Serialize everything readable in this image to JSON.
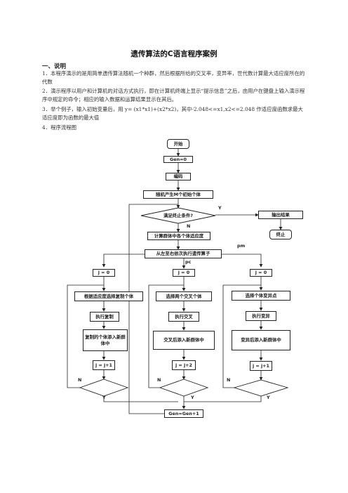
{
  "doc": {
    "title": "遗传算法的C语言程序案例",
    "section_heading": "一、说明",
    "paragraphs": [
      "1．本程序演示的是用简单遗传算法随机一个种群，然后根据所给的交叉率，变异率，世代数计算最大适应度所在的代数",
      "2．演示程序以用户和计算机的对话方式执行，即在计算机终端上显示“提示信息”之后，由用户在键盘上输入演示程序中规定的命令；相应的输入数据和运算结果显示在其后。",
      "3．举个例子，输入初始变量后，用 y= (x1*x1)+(x2*x2)，其中-2.048<=x1,x2<=2.048 作适应度函数求最大适应度即为函数的最大值",
      "4．程序流程图"
    ]
  },
  "flowchart": {
    "start": "开始",
    "gen0": "Gen=0",
    "encode": "编码",
    "init_pop": "随机产生M个初始个体",
    "cond": "满足终止条件?",
    "output": "输出结果",
    "end": "终止",
    "fitness": "计算群体中各个体适应度",
    "operators": "从左至右依次执行遗传算子",
    "pm": "pm",
    "pc": "pc",
    "yes": "Y",
    "no": "N",
    "col_left": {
      "init": "j = 0",
      "step1": "根据适应度选择复制个体",
      "step2": "执行复制",
      "step3": "复制的个体添入新群体中",
      "inc": "j = j+1"
    },
    "col_mid": {
      "init": "j = 0",
      "step1": "选择两个交叉个体",
      "step2": "执行交叉",
      "step3": "交叉后添入新群体中",
      "inc": "j = j+2"
    },
    "col_right": {
      "init": "j = 0",
      "step1": "选择个体变异点",
      "step2": "执行变异",
      "step3": "变异后添入新群体中",
      "inc": "j = j+1"
    },
    "gen_inc": "Gen=Gen+1"
  }
}
